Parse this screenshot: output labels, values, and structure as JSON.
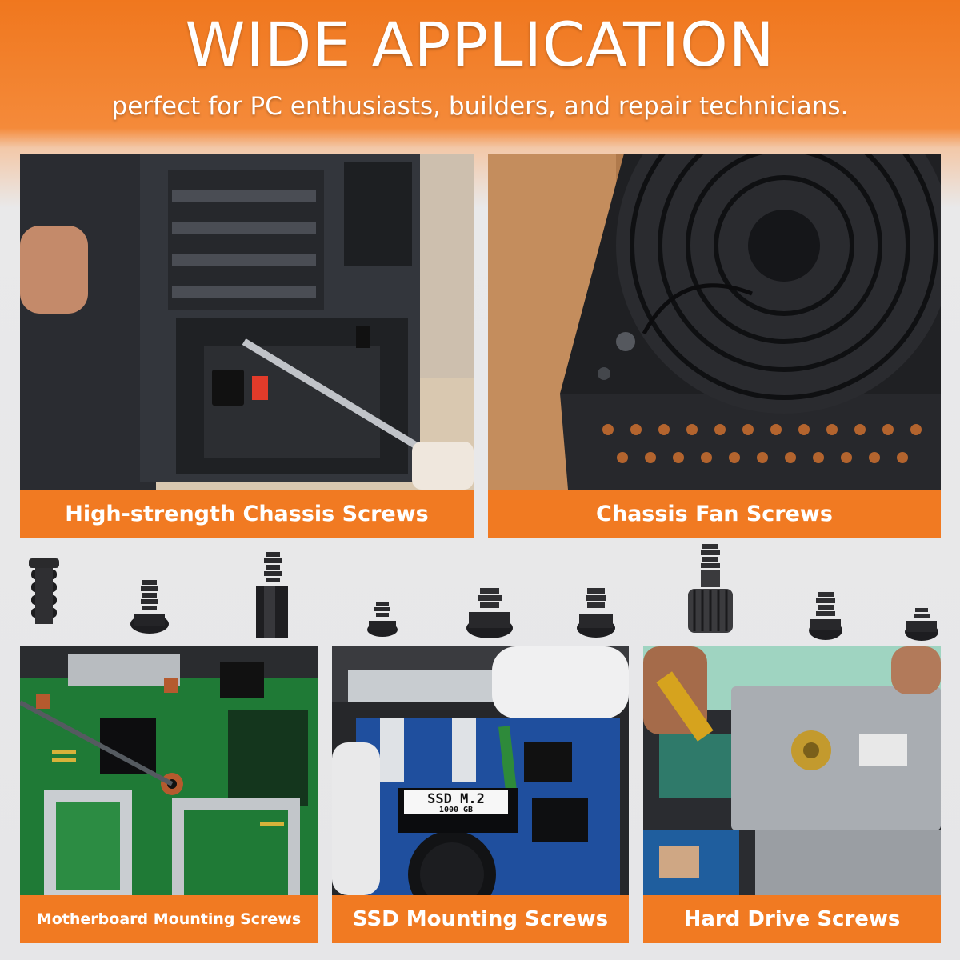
{
  "header": {
    "title": "WIDE APPLICATION",
    "subtitle": "perfect for PC enthusiasts, builders, and repair technicians."
  },
  "cards": [
    {
      "label": "High-strength Chassis Screws",
      "photo_icon": "pc-case-rear-photo"
    },
    {
      "label": "Chassis Fan Screws",
      "photo_icon": "power-supply-fan-photo"
    },
    {
      "label": "Motherboard Mounting Screws",
      "photo_icon": "motherboard-photo"
    },
    {
      "label": "SSD Mounting Screws",
      "photo_icon": "ssd-m2-laptop-photo",
      "ssd_title": "SSD M.2",
      "ssd_capacity": "1000 GB"
    },
    {
      "label": "Hard Drive Screws",
      "photo_icon": "hard-drive-laptop-photo"
    }
  ],
  "screws": [
    "fan-screw-icon",
    "chassis-screw-icon",
    "standoff-icon",
    "m2-screw-icon",
    "ssd-screw-icon",
    "hdd-screw-icon",
    "thumb-screw-icon",
    "flat-head-screw-icon",
    "small-screw-icon"
  ],
  "colors": {
    "accent_orange": "#f17a22",
    "header_orange": "#f0771e",
    "background_gray": "#e6e6e8"
  }
}
